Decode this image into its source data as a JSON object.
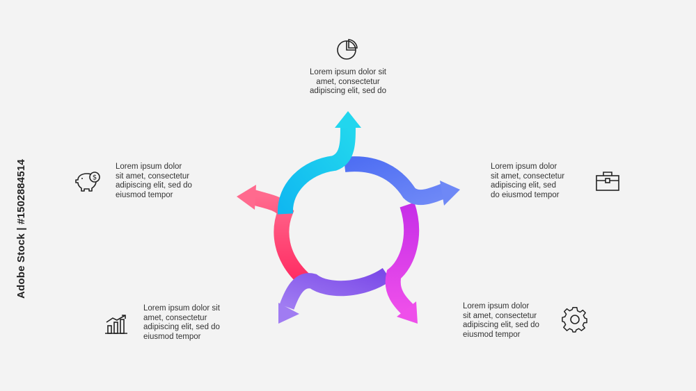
{
  "items": [
    {
      "key": "top",
      "text": "Lorem ipsum dolor sit\namet, consectetur\nadipiscing elit, sed do",
      "icon": "pie-chart-icon",
      "color": "#18c8f0"
    },
    {
      "key": "right",
      "text": "Lorem ipsum dolor\nsit amet, consectetur\nadipiscing elit, sed\ndo eiusmod tempor",
      "icon": "briefcase-icon",
      "color": "#6a7cf2"
    },
    {
      "key": "bottom_right",
      "text": "Lorem ipsum dolor\nsit amet, consectetur\nadipiscing elit, sed do\neiusmod tempor",
      "icon": "gear-icon",
      "color": "#e33ce6"
    },
    {
      "key": "bottom_left",
      "text": "Lorem ipsum dolor sit\namet, consectetur\nadipiscing elit, sed do\neiusmod tempor",
      "icon": "bar-chart-icon",
      "color": "#9b6cf0"
    },
    {
      "key": "left",
      "text": "Lorem ipsum dolor\nsit amet, consectetur\nadipiscing elit, sed do\neiusmod tempor",
      "icon": "piggy-bank-icon",
      "color": "#ff3f78"
    }
  ],
  "watermark_id": "Adobe Stock | #1502884514"
}
